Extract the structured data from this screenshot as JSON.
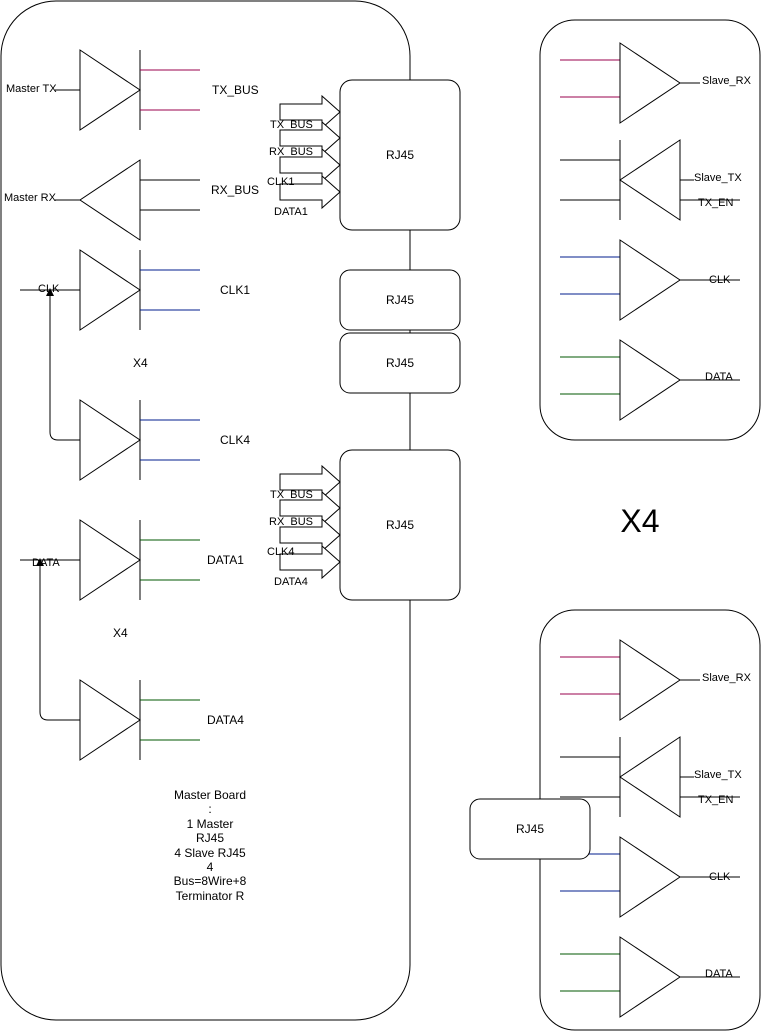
{
  "colors": {
    "tx": "#99004d",
    "rx": "#000000",
    "clk": "#001d8c",
    "data": "#005700",
    "stroke": "#000000"
  },
  "master": {
    "master_tx": "Master TX",
    "master_rx": "Master RX",
    "clk_in": "CLK",
    "data_in": "DATA",
    "tx_bus": "TX_BUS",
    "rx_bus": "RX_BUS",
    "clk1": "CLK1",
    "clk4": "CLK4",
    "data1": "DATA1",
    "data4": "DATA4",
    "x4_clk": "X4",
    "x4_data": "X4",
    "note": [
      "Master Board",
      ":",
      "1 Master",
      "RJ45",
      "4 Slave RJ45",
      "4",
      "Bus=8Wire+8",
      "Terminator R"
    ]
  },
  "connectors": {
    "rj45_top": "RJ45",
    "rj45_mid1": "RJ45",
    "rj45_mid2": "RJ45",
    "rj45_bottom": "RJ45",
    "rj45_slave": "RJ45",
    "top_arrows": [
      "TX_BUS",
      "RX_BUS",
      "CLK1",
      "DATA1"
    ],
    "bottom_arrows": [
      "TX_BUS",
      "RX_BUS",
      "CLK4",
      "DATA4"
    ]
  },
  "slave_top": {
    "slave_rx": "Slave_RX",
    "slave_tx": "Slave_TX",
    "tx_en": "TX_EN",
    "clk": "CLK",
    "data": "DATA"
  },
  "slave_bottom": {
    "slave_rx": "Slave_RX",
    "slave_tx": "Slave_TX",
    "tx_en": "TX_EN",
    "clk": "CLK",
    "data": "DATA"
  },
  "x4_big": "X4"
}
